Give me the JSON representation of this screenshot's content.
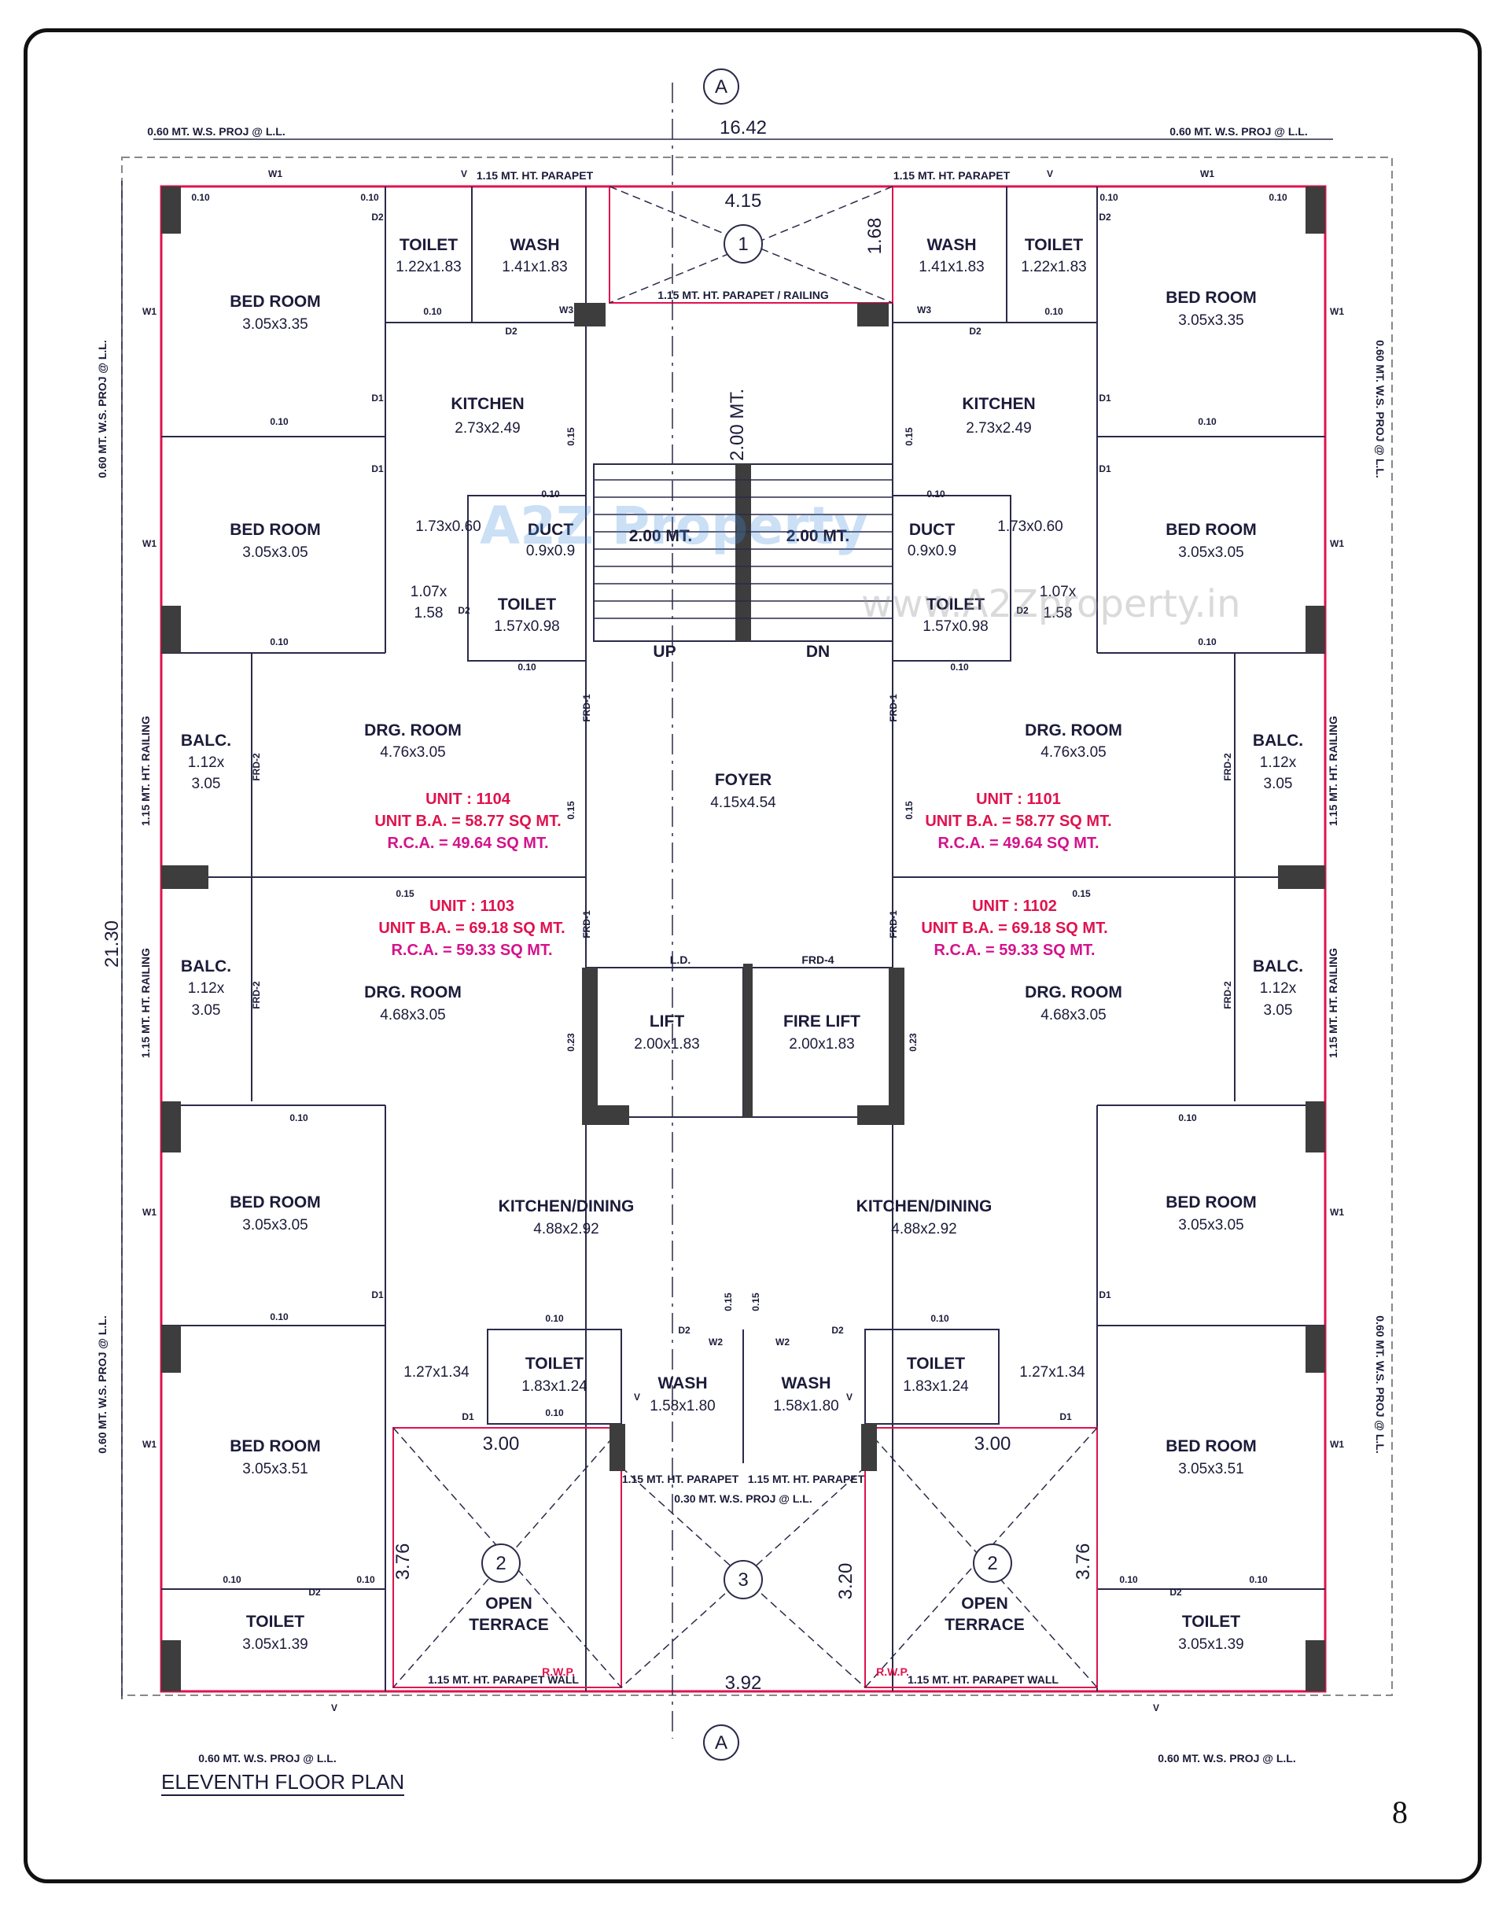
{
  "page": {
    "title": "ELEVENTH FLOOR PLAN",
    "page_number": "8"
  },
  "watermark": {
    "text": "www.A2Zproperty.in",
    "logo": "A2Z Property"
  },
  "overall": {
    "width": "16.42",
    "height": "21.30",
    "section_mark": "A",
    "top_span": "4.15",
    "bottom_span": "3.92"
  },
  "notes": {
    "proj": "0.60 MT. W.S. PROJ @ L.L.",
    "parapet": "1.15 MT. HT. PARAPET",
    "parapet_railing": "1.15 MT. HT. PARAPET / RAILING",
    "railing": "1.15 MT. HT. RAILING",
    "parapet_wall": "1.15 MT. HT. PARAPET WALL",
    "ws_proj_030": "0.30 MT. W.S. PROJ @ L.L.",
    "stair_flight": "2.00 MT.",
    "rwp": "R.W.P."
  },
  "units": {
    "u1104": {
      "unit": "UNIT : 1104",
      "ba": "UNIT B.A. = 58.77 SQ MT.",
      "rca": "R.C.A. = 49.64 SQ MT."
    },
    "u1101": {
      "unit": "UNIT : 1101",
      "ba": "UNIT B.A. = 58.77 SQ MT.",
      "rca": "R.C.A. = 49.64 SQ MT."
    },
    "u1103": {
      "unit": "UNIT : 1103",
      "ba": "UNIT B.A. = 69.18 SQ MT.",
      "rca": "R.C.A. = 59.33 SQ MT."
    },
    "u1102": {
      "unit": "UNIT : 1102",
      "ba": "UNIT B.A. = 69.18 SQ MT.",
      "rca": "R.C.A. = 59.33 SQ MT."
    }
  },
  "rooms": {
    "bed_room": "BED ROOM",
    "toilet": "TOILET",
    "wash": "WASH",
    "kitchen": "KITCHEN",
    "duct": "DUCT",
    "drg_room": "DRG. ROOM",
    "balc": "BALC.",
    "foyer": "FOYER",
    "lift": "LIFT",
    "fire_lift": "FIRE LIFT",
    "kitchen_dining": "KITCHEN/DINING",
    "open": "OPEN",
    "terrace": "TERRACE",
    "up": "UP",
    "dn": "DN",
    "ld": "L.D.",
    "frd4": "FRD-4",
    "frd1": "FRD-1",
    "frd2": "FRD-2"
  },
  "sizes": {
    "bed_335": "3.05x3.35",
    "bed_305": "3.05x3.05",
    "bed_351": "3.05x3.51",
    "toilet_122": "1.22x1.83",
    "wash_141": "1.41x1.83",
    "kitchen": "2.73x2.49",
    "shaft": "1.73x0.60",
    "duct": "0.9x0.9",
    "toilet_157": "1.57x0.98",
    "nook_a": "1.07x",
    "nook_b": "1.58",
    "drg_476": "4.76x3.05",
    "drg_468": "4.68x3.05",
    "balc_a": "1.12x",
    "balc_b": "3.05",
    "foyer": "4.15x4.54",
    "lift": "2.00x1.83",
    "kitdin": "4.88x2.92",
    "toilet_183": "1.83x1.24",
    "nook_127": "1.27x1.34",
    "wash_158": "1.58x1.80",
    "toilet_305": "3.05x1.39",
    "terrace_w": "3.00",
    "terrace_h": "3.76",
    "terrace3_h": "3.20",
    "stair_len": "2.00 MT.",
    "top_void_h": "1.68"
  },
  "marks": {
    "m1": "1",
    "m2": "2",
    "m3": "3",
    "w1": "W1",
    "w2": "W2",
    "w3": "W3",
    "d1": "D1",
    "d2": "D2",
    "v": "V",
    "t010": "0.10",
    "t015": "0.15",
    "t023": "0.23"
  },
  "colors": {
    "wall": "#3d3d3d",
    "line": "#2a2a4a",
    "red_line": "#e0124d",
    "pink": "#d4128c",
    "paper": "#ffffff"
  }
}
